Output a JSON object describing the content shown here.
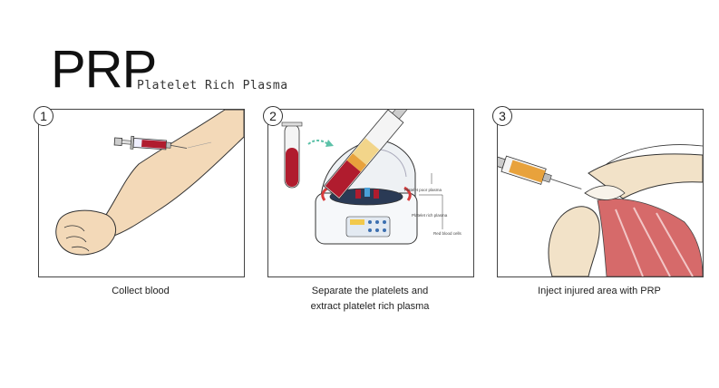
{
  "header": {
    "title": "PRP",
    "subtitle": "Platelet Rich Plasma"
  },
  "steps": [
    {
      "number": "1",
      "caption_lines": [
        "Collect blood"
      ]
    },
    {
      "number": "2",
      "caption_lines": [
        "Separate the platelets and",
        "extract platelet rich plasma"
      ]
    },
    {
      "number": "3",
      "caption_lines": [
        "Inject injured area with PRP"
      ]
    }
  ],
  "tube_labels": {
    "platelet_poor": "Platelet poor plasma",
    "platelet_rich": "Platelet rich plasma",
    "red_cells": "Red blood cells"
  },
  "colors": {
    "blood": "#b01c2e",
    "plasma": "#e8a23c",
    "skin": "#f3d9b8",
    "outline": "#333333",
    "arrow_teal": "#5cc1a8",
    "arrow_red": "#d83a3a"
  }
}
